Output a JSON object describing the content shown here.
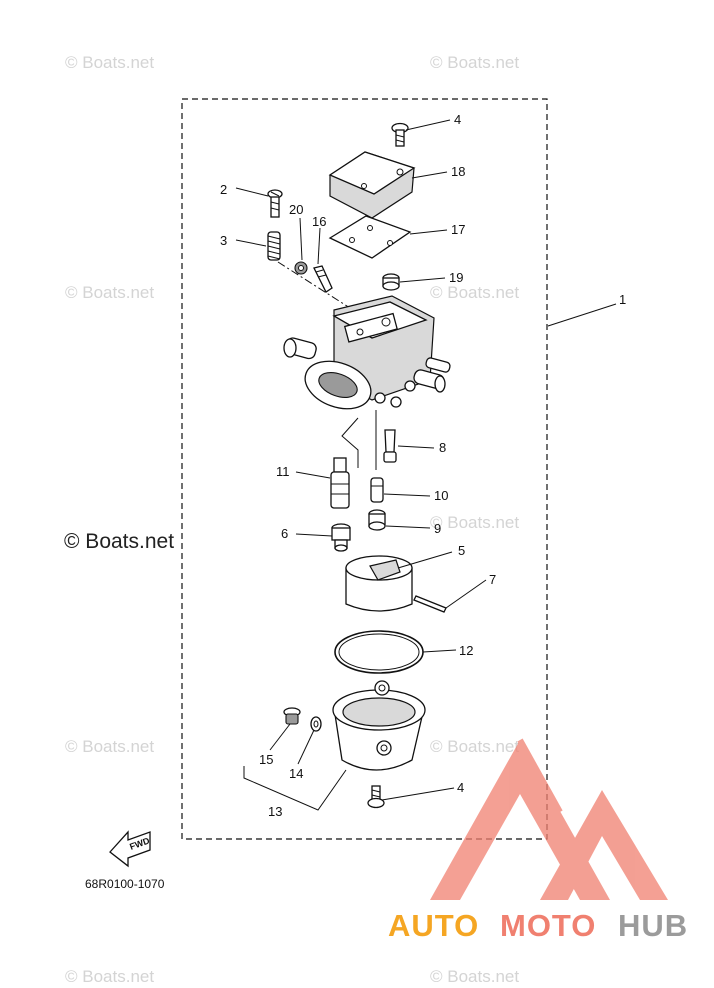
{
  "colors": {
    "line": "#111111",
    "watermark": "#d4d4d4",
    "logo_red": "#f08070",
    "logo_orange": "#f5a623",
    "logo_gray": "#9b9b9b"
  },
  "watermarks": {
    "small": "© Boats.net",
    "large": "© Boats.net"
  },
  "diagram": {
    "code": "68R0100-1070",
    "fwd_label": "FWD",
    "callouts": {
      "c1": "1",
      "c2": "2",
      "c3": "3",
      "c4_top": "4",
      "c4_bottom": "4",
      "c5": "5",
      "c6": "6",
      "c7": "7",
      "c8": "8",
      "c9": "9",
      "c10": "10",
      "c11": "11",
      "c12": "12",
      "c13": "13",
      "c14": "14",
      "c15": "15",
      "c16": "16",
      "c17": "17",
      "c18": "18",
      "c19": "19",
      "c20": "20"
    }
  },
  "logo": {
    "part1": "AUTO",
    "part2": "MOTO",
    "part3": "HUB"
  }
}
